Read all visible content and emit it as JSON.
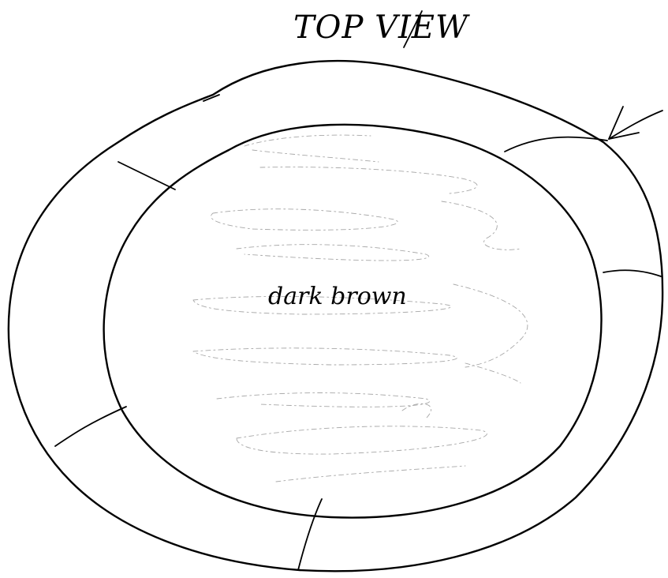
{
  "title": "TOP VIEW",
  "center_label": "dark brown",
  "colors": {
    "ink": "#000000",
    "shading": "#8a8a8a",
    "paper": "#ffffff"
  },
  "parts": {
    "outer_rim": "outer ring",
    "inner_area": "shaded inner area",
    "indicator_arrow": "arrow"
  }
}
